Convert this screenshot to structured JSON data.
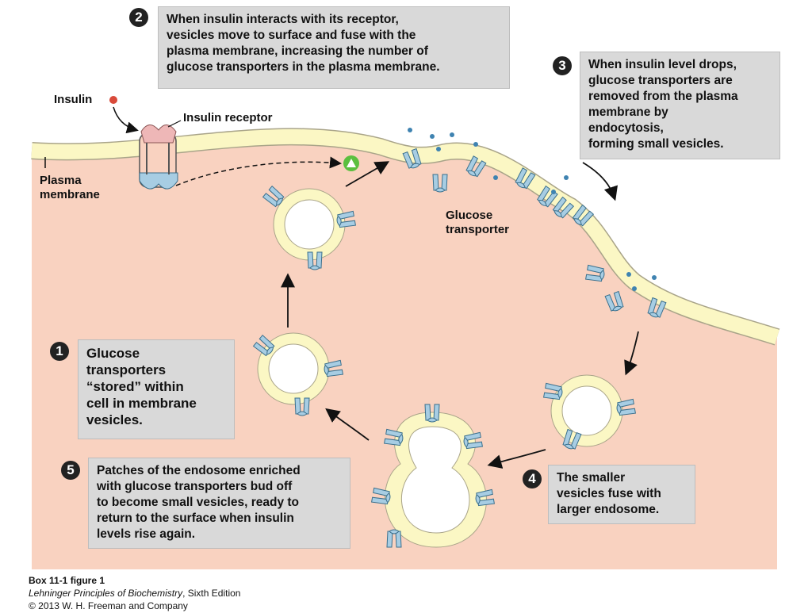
{
  "steps": [
    {
      "num": "1",
      "text": "Glucose\ntransporters\n“stored” within\ncell in membrane\nvesicles."
    },
    {
      "num": "2",
      "text": "When insulin interacts with its receptor,\nvesicles move to surface and fuse with the\nplasma membrane, increasing the number of\nglucose transporters in the plasma membrane."
    },
    {
      "num": "3",
      "text": "When insulin level drops,\nglucose transporters are\nremoved from the plasma\nmembrane by\nendocytosis,\nforming small vesicles."
    },
    {
      "num": "4",
      "text": "The smaller\nvesicles fuse with\nlarger endosome."
    },
    {
      "num": "5",
      "text": "Patches of the endosome enriched\nwith glucose transporters bud off\nto become small vesicles, ready to\nreturn to the surface when insulin\nlevels rise again."
    }
  ],
  "labels": {
    "insulin": "Insulin",
    "insulin_receptor": "Insulin receptor",
    "plasma_membrane": "Plasma\nmembrane",
    "glucose_transporter": "Glucose\ntransporter"
  },
  "caption": {
    "figure": "Box 11-1 figure 1",
    "book": "Lehninger Principles of Biochemistry",
    "edition": ", Sixth Edition",
    "copyright": "© 2013 W. H. Freeman and Company"
  },
  "colors": {
    "cytoplasm": "#f9d2c0",
    "membrane": "#fbf7c4",
    "membrane_edge": "#a9a489",
    "transporter": "#a7cde3",
    "insulin": "#d94a3a",
    "receptor": "#eeb7b7",
    "signal": "#5bbf3f",
    "box": "#d9d9d9"
  },
  "icons": [
    "insulin-molecule-icon",
    "insulin-receptor-icon",
    "glucose-transporter-icon",
    "activation-signal-icon",
    "glucose-molecule-icon"
  ]
}
